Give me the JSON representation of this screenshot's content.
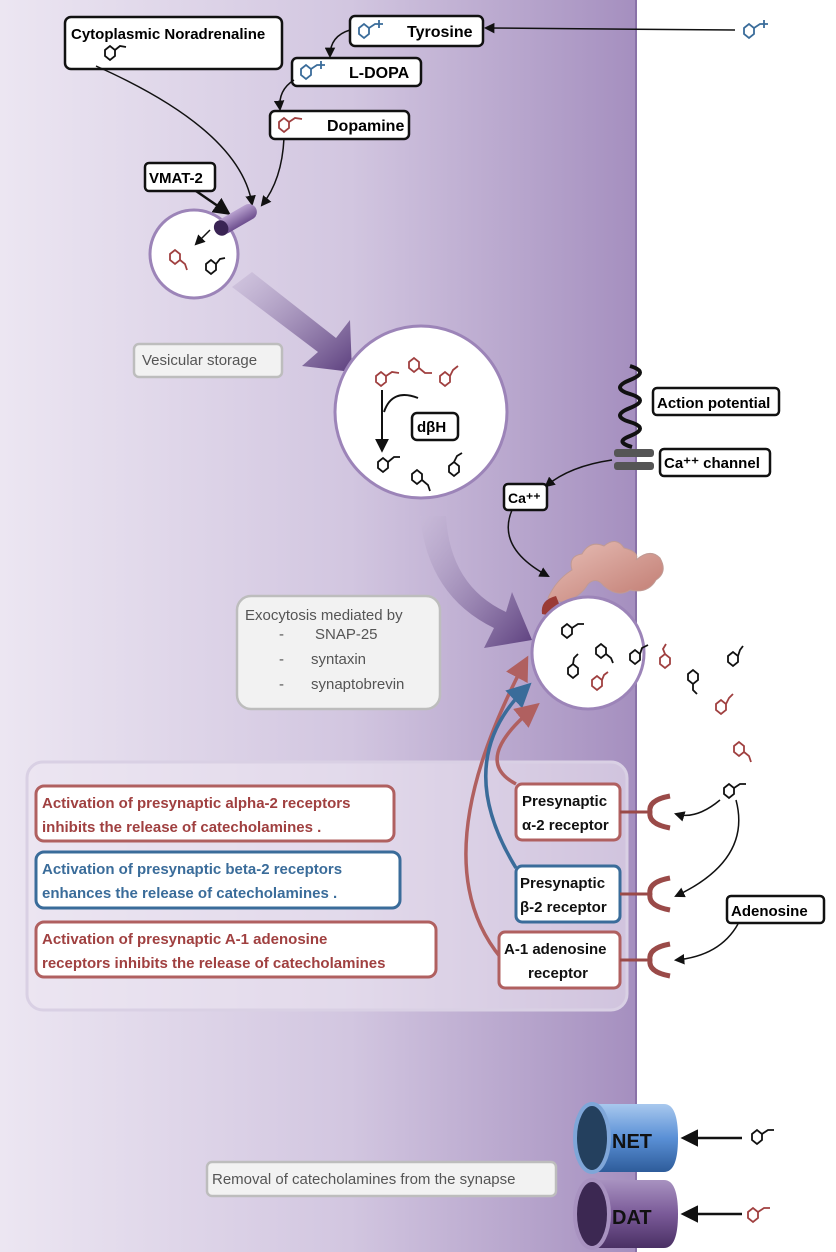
{
  "colors": {
    "cell": "#c6b6d6",
    "cell_edge": "#8a72a8",
    "red": "#a04040",
    "blue": "#3a6c9a",
    "black": "#111111",
    "gray_box": "#b8b8b8",
    "transporter_blue": "#3f78c8",
    "transporter_purple": "#6e4b86"
  },
  "synthesis": {
    "cytoplasmic": "Cytoplasmic Noradrenaline",
    "tyrosine": "Tyrosine",
    "ldopa": "L-DOPA",
    "dopamine": "Dopamine",
    "vmat": "VMAT-2",
    "enzyme": "dβH"
  },
  "storage": {
    "label": "Vesicular storage"
  },
  "signal": {
    "action_potential": "Action potential",
    "ca_channel": "Ca⁺⁺ channel",
    "ca_ion": "Ca⁺⁺"
  },
  "exocytosis": {
    "title": "Exocytosis mediated by",
    "items": [
      "SNAP-25",
      "syntaxin",
      "synaptobrevin"
    ],
    "dash": "-"
  },
  "regulation": {
    "alpha_note_1": "Activation of presynaptic alpha-2 receptors",
    "alpha_note_2": "inhibits the release of catecholamines .",
    "beta_note_1": "Activation of presynaptic beta-2 receptors",
    "beta_note_2": "enhances the release of catecholamines .",
    "a1_note_1": "Activation of presynaptic A-1 adenosine",
    "a1_note_2": "receptors inhibits the release of catecholamines",
    "alpha_rec_1": "Presynaptic",
    "alpha_rec_2": "α-2 receptor",
    "beta_rec_1": "Presynaptic",
    "beta_rec_2": "β-2 receptor",
    "a1_rec_1": "A-1 adenosine",
    "a1_rec_2": "receptor",
    "adenosine": "Adenosine"
  },
  "removal": {
    "label": "Removal of catecholamines from the synapse",
    "net": "NET",
    "dat": "DAT"
  }
}
